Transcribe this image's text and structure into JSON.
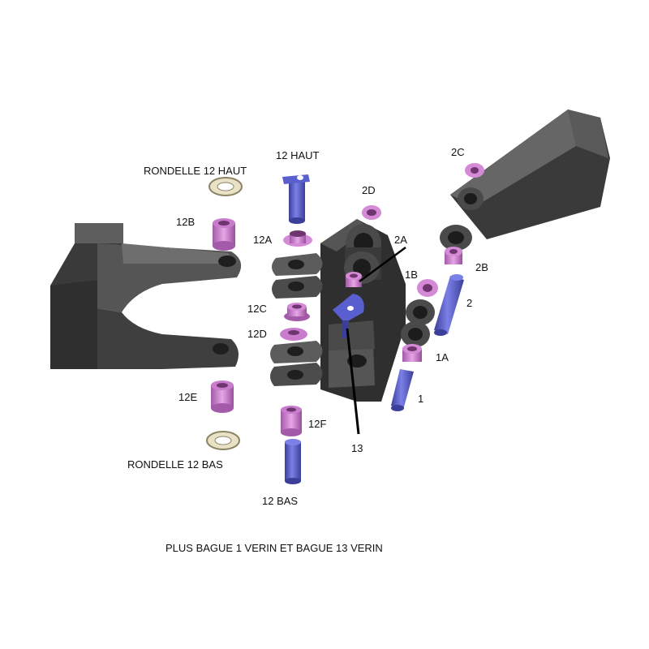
{
  "colors": {
    "background": "#ffffff",
    "steel_dark": "#3a3a3a",
    "steel_mid": "#5a5a5a",
    "steel_light": "#8a8a8a",
    "bushing_pink": "#d58ad6",
    "bushing_violet": "#a35aa8",
    "pin_blue": "#5a5fd0",
    "pin_blue_dark": "#3c3f9a",
    "washer_beige": "#e9e2c6",
    "washer_edge": "#8a8464"
  },
  "labels": {
    "rondelle_haut": "RONDELLE 12 HAUT",
    "haut_12": "12 HAUT",
    "b12": "12B",
    "a12": "12A",
    "c12": "12C",
    "d12": "12D",
    "e12": "12E",
    "f12": "12F",
    "rondelle_bas": "RONDELLE 12 BAS",
    "bas_12": "12 BAS",
    "d2": "2D",
    "a2": "2A",
    "b1": "1B",
    "a1": "1A",
    "p1": "1",
    "p2": "2",
    "b2": "2B",
    "c2": "2C",
    "p13": "13"
  },
  "caption": "PLUS BAGUE 1 VERIN ET BAGUE 13 VERIN"
}
